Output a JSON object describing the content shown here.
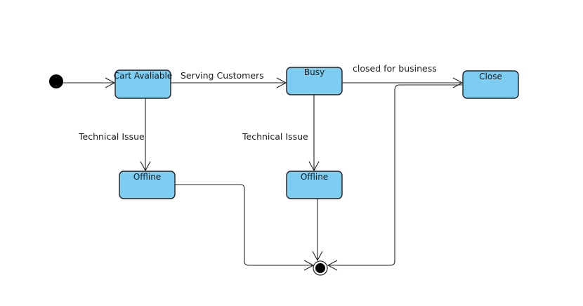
{
  "diagram": {
    "states": {
      "cart_available": "Cart Avaliable",
      "busy": "Busy",
      "close": "Close",
      "offline_1": "Offline",
      "offline_2": "Offline"
    },
    "transitions": {
      "serving_customers": "Serving Customers",
      "closed_for_business": "closed for business",
      "technical_issue_1": "Technical Issue",
      "technical_issue_2": "Technical Issue"
    }
  }
}
